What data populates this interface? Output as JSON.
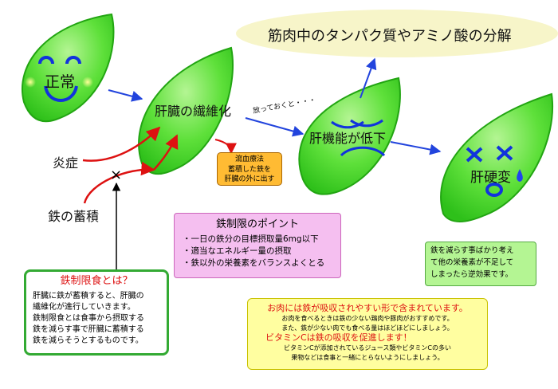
{
  "nodes": {
    "normal": "正常",
    "fibrosis": "肝臓の繊維化",
    "decline": "肝機能が低下",
    "cirrhosis": "肝硬変"
  },
  "banner": "筋肉中のタンパク質やアミノ酸の分解",
  "causes": {
    "inflammation": "炎症",
    "iron": "鉄の蓄積"
  },
  "neglect_label": "放っておくと・・・",
  "phlebotomy": [
    "瀉血療法",
    "蓄積した鉄を",
    "肝臓の外に出す"
  ],
  "points": {
    "title": "鉄制限のポイント",
    "items": [
      "・一日の鉄分の目標摂取量6mg以下",
      "・適当なエネルギー量の摂取",
      "・鉄以外の栄養素をバランスよくとる"
    ]
  },
  "diet": {
    "title": "鉄制限食とは？",
    "lines": [
      "肝臓に鉄が蓄積すると、肝臓の",
      "繊維化が進行していきます。",
      "鉄制限食とは食事から摂取する",
      "鉄を減らす事で肝臓に蓄積する",
      "鉄を減らそうとするものです。"
    ]
  },
  "meat": {
    "heading1": "お肉には鉄が吸収されやすい形で含まれています。",
    "body1": [
      "お肉を食べるときは鉄の少ない鶏肉や豚肉がおすすめです。",
      "また、鉄が少ない肉でも食べる量はほどほどにしましょう。"
    ],
    "heading2": "ビタミンCは鉄の吸収を促進します！",
    "body2": [
      "ビタミンCが添加されているジュース類やビタミンCの多い",
      "果物などは食事と一緒にとらないようにしましょう。"
    ]
  },
  "warning": [
    "鉄を減らす事ばかり考え",
    "て他の栄養素が不足して",
    "しまったら逆効果です。"
  ],
  "colors": {
    "leaf": "#33cc1a",
    "leaf_light": "#b4f593",
    "face": "#1133dd",
    "arrow_blue": "#2244dd",
    "arrow_red": "#dd1111",
    "diet_border": "#33aa33",
    "points_bg": "#f5bff0",
    "meat_bg": "#fffea0",
    "orange": "#ffbb33"
  }
}
